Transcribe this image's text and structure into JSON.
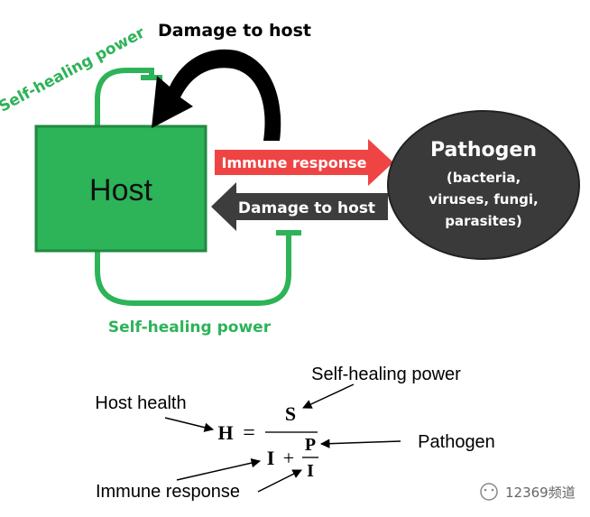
{
  "host": {
    "label": "Host",
    "fill": "#2db358",
    "stroke": "#1f8a40"
  },
  "pathogen": {
    "title": "Pathogen",
    "line1": "(bacteria,",
    "line2": "viruses, fungi,",
    "line3": "parasites)",
    "fill": "#3a3a3a"
  },
  "arrows": {
    "damage_top": "Damage to host",
    "immune": "Immune response",
    "damage_mid": "Damage to host",
    "self_heal_top": "Self-healing power",
    "self_heal_bottom": "Self-healing power",
    "immune_color": "#ef4444",
    "damage_color": "#3d3d3d",
    "heal_color": "#2db358"
  },
  "formula": {
    "lhs": "H",
    "eq": "=",
    "numerator": "S",
    "den_I": "I",
    "plus": "+",
    "frac_P": "P",
    "frac_I": "I",
    "label_host_health": "Host health",
    "label_self_healing": "Self-healing power",
    "label_pathogen": "Pathogen",
    "label_immune": "Immune response"
  },
  "watermark": {
    "text": "12369频道"
  }
}
